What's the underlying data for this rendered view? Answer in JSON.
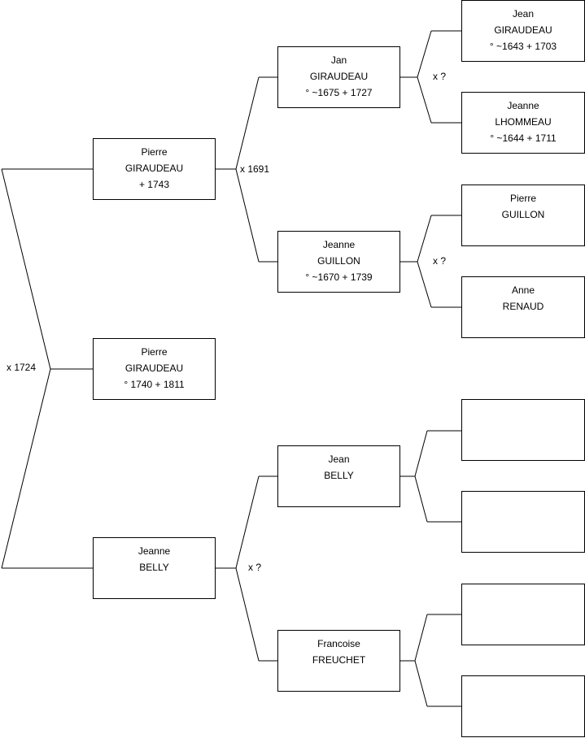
{
  "persons": {
    "root": {
      "first": "Pierre",
      "last": "GIRAUDEAU",
      "dates": "° 1740 + 1811"
    },
    "father": {
      "first": "Pierre",
      "last": "GIRAUDEAU",
      "dates": "+ 1743"
    },
    "mother": {
      "first": "Jeanne",
      "last": "BELLY",
      "dates": ""
    },
    "pat_grandfather": {
      "first": "Jan",
      "last": "GIRAUDEAU",
      "dates": "° ~1675 + 1727"
    },
    "pat_grandmother": {
      "first": "Jeanne",
      "last": "GUILLON",
      "dates": "° ~1670 + 1739"
    },
    "mat_grandfather": {
      "first": "Jean",
      "last": "BELLY",
      "dates": ""
    },
    "mat_grandmother": {
      "first": "Francoise",
      "last": "FREUCHET",
      "dates": ""
    },
    "ggf1": {
      "first": "Jean",
      "last": "GIRAUDEAU",
      "dates": "° ~1643 + 1703"
    },
    "ggm1": {
      "first": "Jeanne",
      "last": "LHOMMEAU",
      "dates": "° ~1644 + 1711"
    },
    "ggf2": {
      "first": "Pierre",
      "last": "GUILLON",
      "dates": ""
    },
    "ggm2": {
      "first": "Anne",
      "last": "RENAUD",
      "dates": ""
    },
    "ggf3": {
      "first": "",
      "last": "",
      "dates": ""
    },
    "ggm3": {
      "first": "",
      "last": "",
      "dates": ""
    },
    "ggf4": {
      "first": "",
      "last": "",
      "dates": ""
    },
    "ggm4": {
      "first": "",
      "last": "",
      "dates": ""
    }
  },
  "marriages": {
    "parents": "x 1724",
    "paternal": "x 1691",
    "maternal": "x ?",
    "pat_pat": "x ?",
    "pat_mat": "x ?"
  }
}
